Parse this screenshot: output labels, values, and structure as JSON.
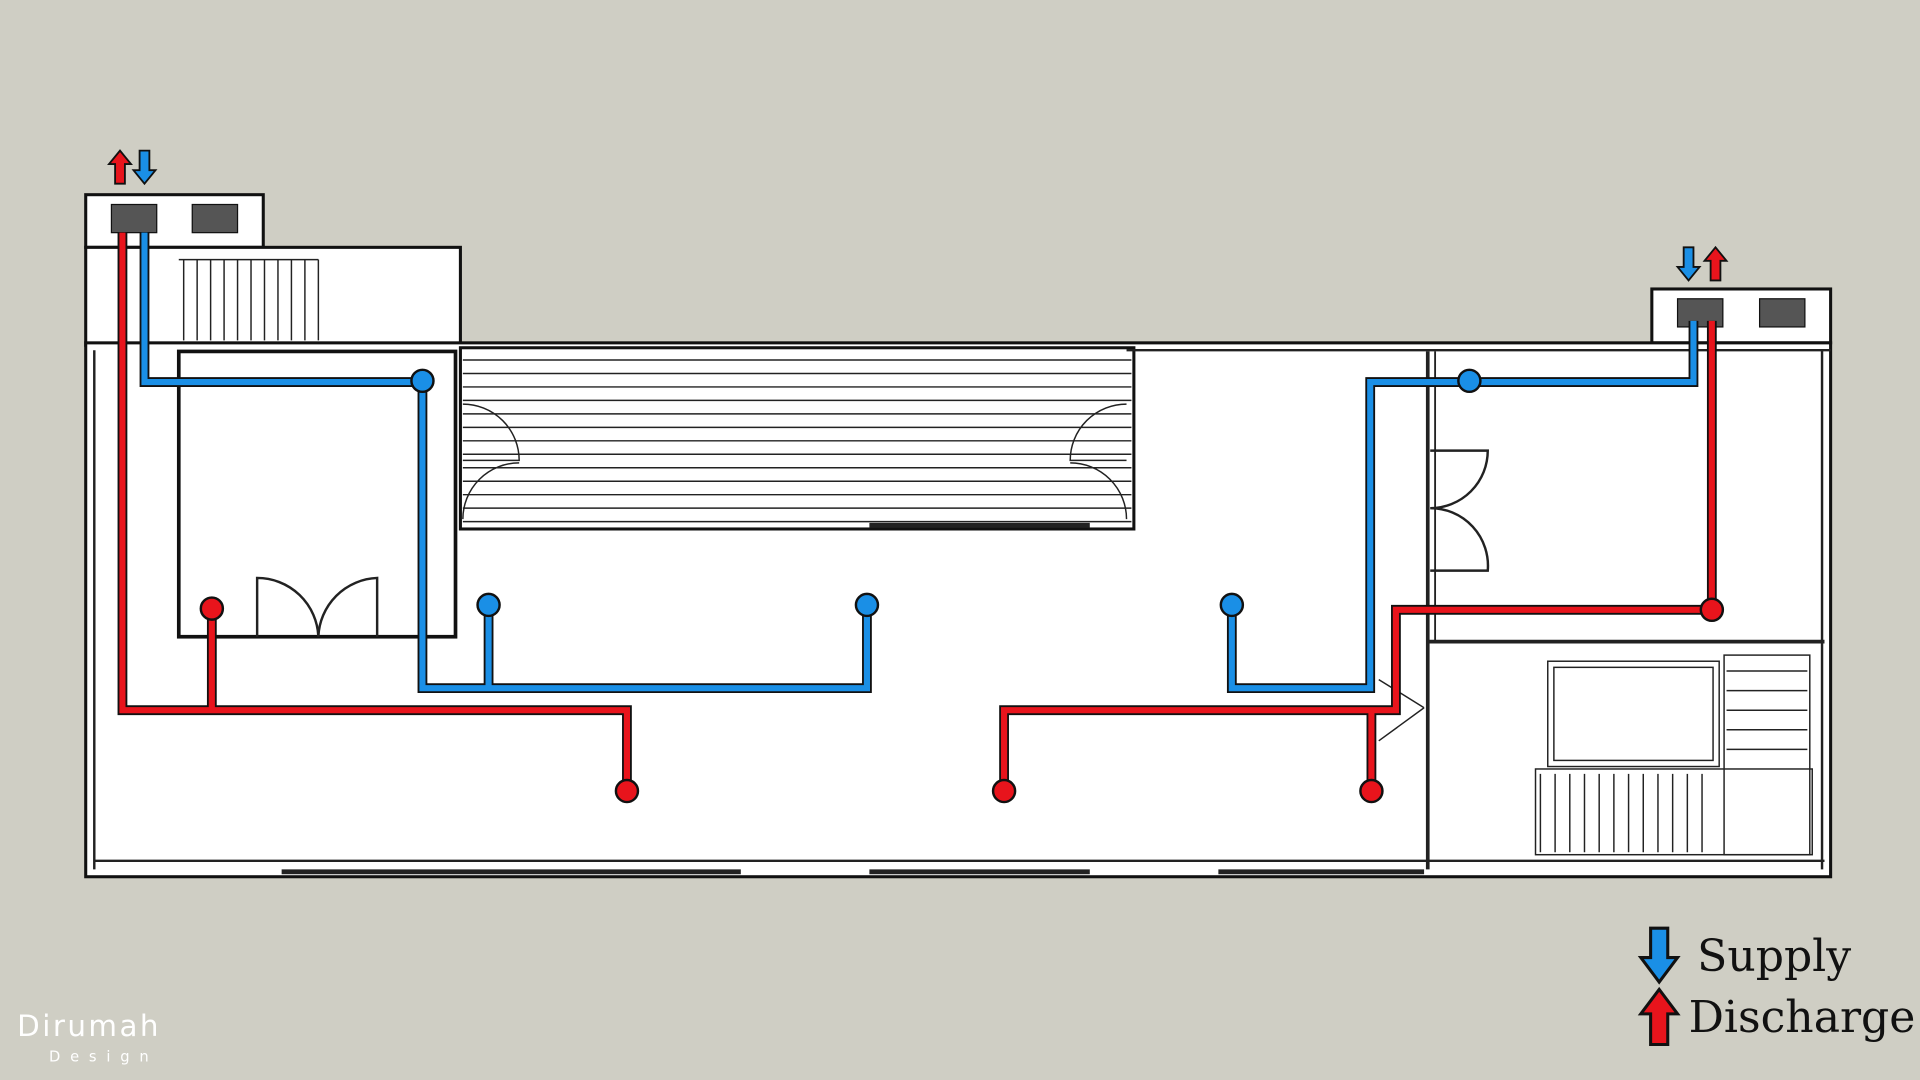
{
  "legend": {
    "supply_label": "Supply",
    "discharge_label": "Discharge"
  },
  "logo": {
    "name": "Dirumah",
    "subtitle": "Design"
  },
  "colors": {
    "supply": "#1a8fe6",
    "discharge": "#e8141c",
    "background": "#cfcec4"
  }
}
